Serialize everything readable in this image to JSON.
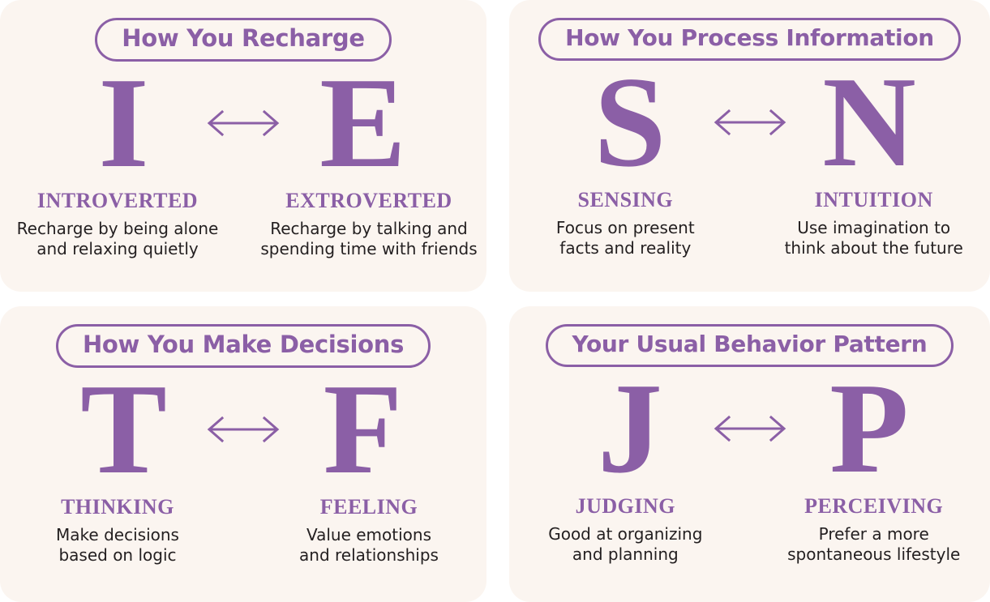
{
  "theme": {
    "card_background": "#fbf5f0",
    "page_background": "#ffffff",
    "accent_purple": "#8b5fa6",
    "body_text": "#231f20"
  },
  "panels": [
    {
      "header": "How You Recharge",
      "arrow_icon": "double-headed-arrow-icon",
      "left": {
        "letter": "I",
        "term": "INTROVERTED",
        "desc_line1": "Recharge by being alone",
        "desc_line2": "and relaxing quietly"
      },
      "right": {
        "letter": "E",
        "term": "EXTROVERTED",
        "desc_line1": "Recharge by talking and",
        "desc_line2": "spending time with friends"
      }
    },
    {
      "header": "How You Process Information",
      "arrow_icon": "double-headed-arrow-icon",
      "left": {
        "letter": "S",
        "term": "SENSING",
        "desc_line1": "Focus on present",
        "desc_line2": "facts and reality"
      },
      "right": {
        "letter": "N",
        "term": "INTUITION",
        "desc_line1": "Use imagination to",
        "desc_line2": "think about the future"
      }
    },
    {
      "header": "How You Make Decisions",
      "arrow_icon": "double-headed-arrow-icon",
      "left": {
        "letter": "T",
        "term": "THINKING",
        "desc_line1": "Make decisions",
        "desc_line2": "based on logic"
      },
      "right": {
        "letter": "F",
        "term": "FEELING",
        "desc_line1": "Value emotions",
        "desc_line2": "and relationships"
      }
    },
    {
      "header": "Your Usual Behavior Pattern",
      "arrow_icon": "double-headed-arrow-icon",
      "left": {
        "letter": "J",
        "term": "JUDGING",
        "desc_line1": "Good at organizing",
        "desc_line2": "and planning"
      },
      "right": {
        "letter": "P",
        "term": "PERCEIVING",
        "desc_line1": "Prefer a more",
        "desc_line2": "spontaneous lifestyle"
      }
    }
  ]
}
